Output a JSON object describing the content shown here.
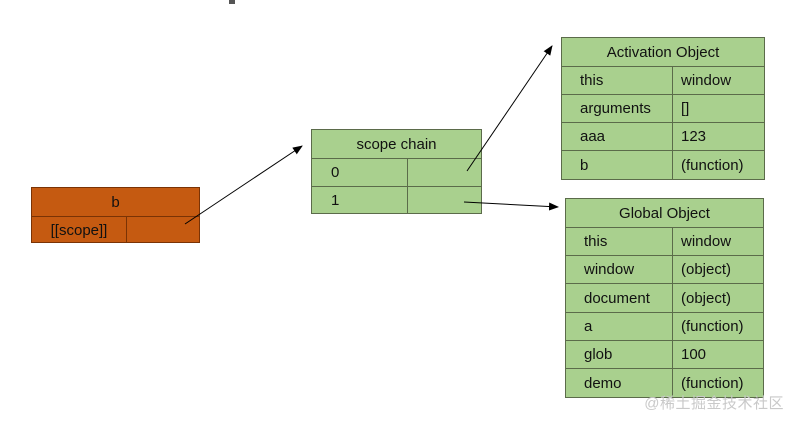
{
  "b_box": {
    "title": "b",
    "rows": [
      [
        "[[scope]]",
        ""
      ]
    ]
  },
  "scope_chain": {
    "title": "scope chain",
    "rows": [
      [
        "0",
        ""
      ],
      [
        "1",
        ""
      ]
    ]
  },
  "activation_object": {
    "title": "Activation Object",
    "rows": [
      [
        "this",
        "window"
      ],
      [
        "arguments",
        "[]"
      ],
      [
        "aaa",
        "123"
      ],
      [
        "b",
        "(function)"
      ]
    ]
  },
  "global_object": {
    "title": "Global Object",
    "rows": [
      [
        "this",
        "window"
      ],
      [
        "window",
        "(object)"
      ],
      [
        "document",
        "(object)"
      ],
      [
        "a",
        "(function)"
      ],
      [
        "glob",
        "100"
      ],
      [
        "demo",
        "(function)"
      ]
    ]
  },
  "watermark": "@稀土掘金技术社区",
  "colors": {
    "green": "#a9d08e",
    "orange": "#c55a11",
    "border": "#5b6b4a"
  }
}
